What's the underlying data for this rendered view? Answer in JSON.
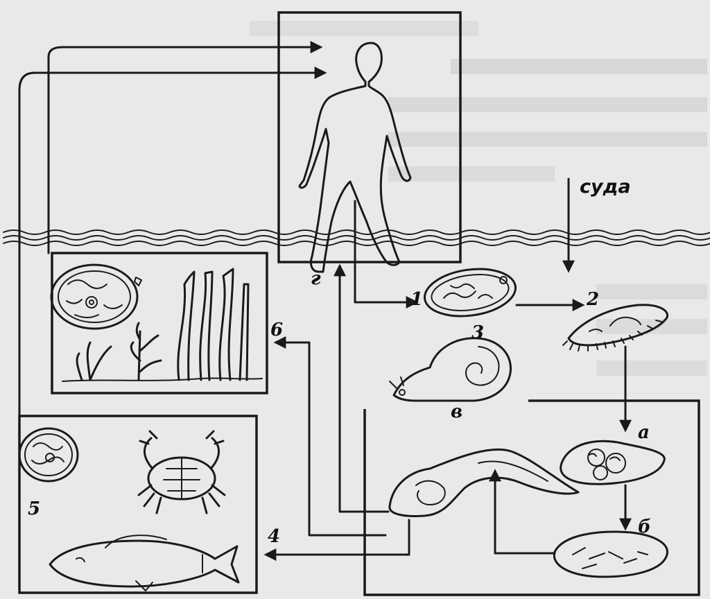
{
  "labels": {
    "water_arrow": "суда",
    "stage_1": "1",
    "stage_2": "2",
    "stage_3": "3",
    "stage_4": "4",
    "stage_5": "5",
    "stage_6": "6",
    "stage_a": "а",
    "stage_b": "б",
    "stage_v": "в",
    "stage_g": "г"
  },
  "colors": {
    "ink": "#1a1a1a",
    "background": "#e9e9e9",
    "water": "#9a9a9a"
  }
}
